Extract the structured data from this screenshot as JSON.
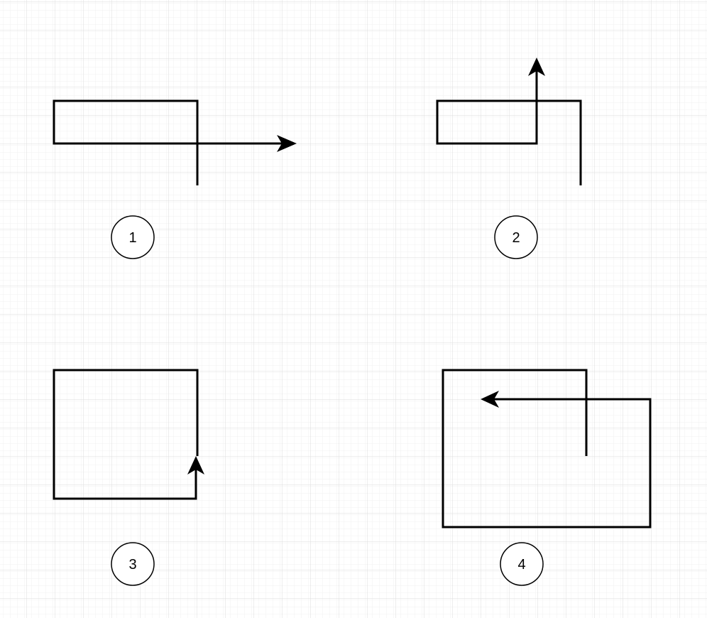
{
  "diagram": {
    "colors": {
      "background": "#ffffff",
      "grid_minor": "#f0f0f0",
      "grid_major": "#dcdcdc",
      "stroke": "#000000"
    },
    "figures": [
      {
        "label": "1"
      },
      {
        "label": "2"
      },
      {
        "label": "3"
      },
      {
        "label": "4"
      }
    ]
  }
}
